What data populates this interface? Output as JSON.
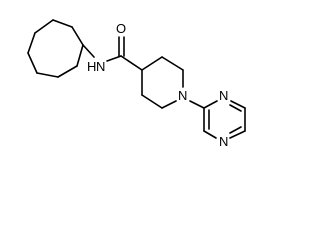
{
  "structure": {
    "atoms": {
      "amide_oxygen": "O",
      "amide_nitrogen_h": "H",
      "amide_nitrogen": "N",
      "piperidine_nitrogen": "N",
      "pyrazine_nitrogen_top": "N",
      "pyrazine_nitrogen_bottom": "N"
    }
  }
}
